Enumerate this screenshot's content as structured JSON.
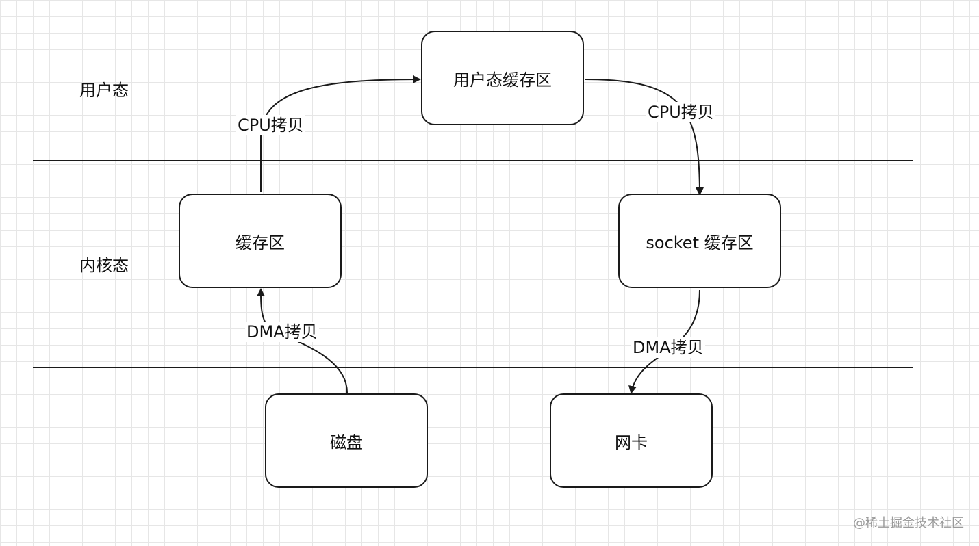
{
  "zones": {
    "user": "用户态",
    "kernel": "内核态"
  },
  "nodes": {
    "user_buffer": "用户态缓存区",
    "kernel_buffer": "缓存区",
    "socket_buffer": "socket 缓存区",
    "disk": "磁盘",
    "nic": "网卡"
  },
  "edges": {
    "kernel_to_user": "CPU拷贝",
    "user_to_socket": "CPU拷贝",
    "disk_to_kernel": "DMA拷贝",
    "socket_to_nic": "DMA拷贝"
  },
  "watermark": "@稀土掘金技术社区"
}
